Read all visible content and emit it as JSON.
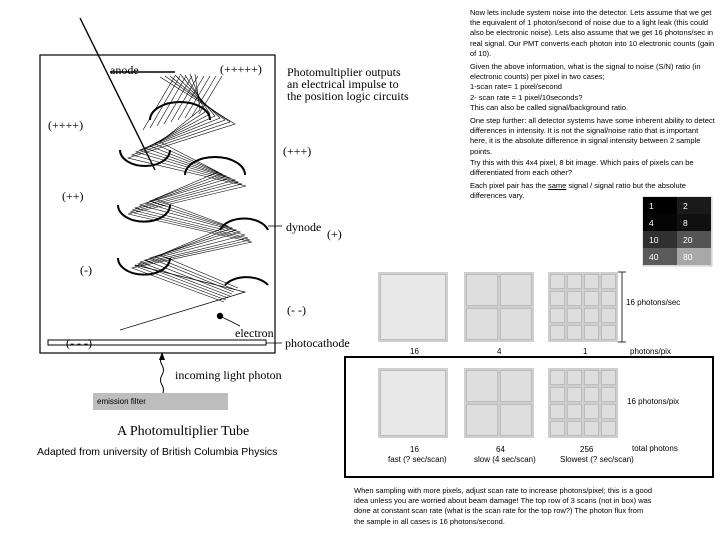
{
  "diagram": {
    "labels": {
      "anode": "anode",
      "charge_top": "(+++++)",
      "pmt_output": "Photomultiplier outputs\nan electrical impulse to\nthe position logic circuits",
      "charge_4p": "(++++)",
      "charge_3p": "(+++)",
      "charge_2p": "(++)",
      "dynode": "dynode",
      "charge_1p": "(+)",
      "charge_1m": "(-)",
      "charge_2m": "(- -)",
      "charge_3m": "(- - -)",
      "electron": "electron",
      "photocathode": "photocathode",
      "incoming_photon": "incoming light photon",
      "emission_filter": "emission filter",
      "tube_title": "A Photomultiplier Tube"
    },
    "credit": "Adapted from university of British Columbia Physics"
  },
  "notes": {
    "p1": "Now lets include system noise into the detector. Lets assume that we get the equivalent of 1 photon/second of noise due to a light leak (this could also be electronic noise). Lets also assume that we get 16 photons/sec in real signal. Our PMT converts each photon into 10 electronic counts (gain of 10).",
    "p2": "Given the above information, what is the signal to noise (S/N) ratio (in electronic counts) per pixel in two cases;",
    "p2_l1": "1-scan rate= 1 pixel/second",
    "p2_l2": "2- scan rate = 1 pixel/10seconds?",
    "p2_l3": "This can also be called signal/background ratio.",
    "p3": "One step further: all detector systems have some inherent ability to detect differences in intensity. It is not the signal/noise ratio that is important here, it is the absolute difference in signal intensity between 2 sample points.",
    "p4": "Try this with this 4x4 pixel, 8 bit image. Which pairs of pixels can be differentiated from each other?",
    "p5a": "Each pixel pair has the ",
    "p5_same": "same",
    "p5b": " signal / signal ratio but the absolute differences vary.",
    "bottom": "When sampling with more pixels, adjust scan rate to increase photons/pixel; this is a good idea unless you are worried about beam damage! The top row of 3 scans (not in box) was done at constant scan rate (what is the scan rate for the top row?) The photon flux from the sample in all cases is 16 photons/second."
  },
  "pixel_grid": {
    "cells": [
      {
        "value": "1",
        "color": "#000000"
      },
      {
        "value": "2",
        "color": "#1a1a1a"
      },
      {
        "value": "4",
        "color": "#050505"
      },
      {
        "value": "8",
        "color": "#101010"
      },
      {
        "value": "10",
        "color": "#303030"
      },
      {
        "value": "20",
        "color": "#545454"
      },
      {
        "value": "40",
        "color": "#5a5a5a"
      },
      {
        "value": "80",
        "color": "#a8a8a8"
      }
    ]
  },
  "sampling": {
    "top_row": {
      "counts": [
        "16",
        "4",
        "1"
      ],
      "unit_label": "photons/pix",
      "side_label": "16 photons/sec"
    },
    "bottom_row": {
      "counts": [
        "16",
        "64",
        "256"
      ],
      "total_label": "total photons",
      "side_label": "16 photons/pix",
      "speeds": [
        "fast (? sec/scan)",
        "slow (4 sec/scan)",
        "Slowest (? sec/scan)"
      ]
    }
  }
}
